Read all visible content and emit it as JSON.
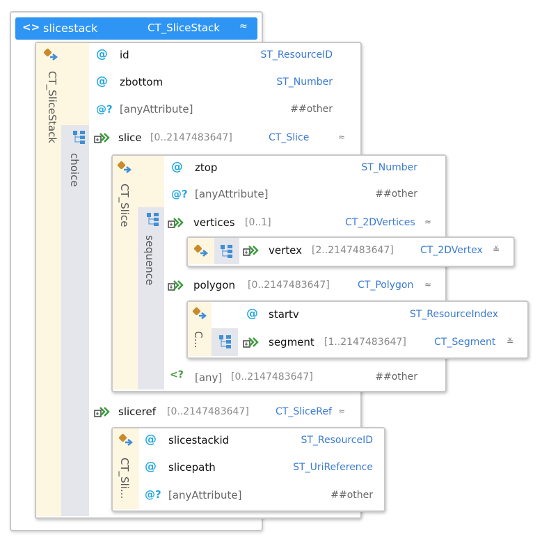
{
  "colors": {
    "header_blue": "#2f95f4",
    "beige": "#fdf6e1",
    "grey_bar": "#e4e6ec",
    "type_blue": "#3b7bd1",
    "icon_blue": "#26a9e0",
    "icon_green": "#3d9a3d"
  },
  "root": {
    "name": "slicestack",
    "type": "CT_SliceStack",
    "collapse": "≈"
  },
  "slicestack_box": {
    "label": "CT_SliceStack",
    "attributes": [
      {
        "icon": "@",
        "name": "id",
        "type": "ST_ResourceID"
      },
      {
        "icon": "@",
        "name": "zbottom",
        "type": "ST_Number"
      },
      {
        "icon": "@?",
        "name": "[anyAttribute]",
        "type": "##other"
      }
    ],
    "compositor": "choice"
  },
  "slice": {
    "name": "slice",
    "occurs": "[0..2147483647]",
    "type": "CT_Slice",
    "collapse": "≈",
    "label": "CT_Slice",
    "attributes": [
      {
        "icon": "@",
        "name": "ztop",
        "type": "ST_Number"
      },
      {
        "icon": "@?",
        "name": "[anyAttribute]",
        "type": "##other"
      }
    ],
    "compositor": "sequence",
    "vertices": {
      "name": "vertices",
      "occurs": "[0..1]",
      "type": "CT_2DVertices",
      "collapse": "≈"
    },
    "vertex": {
      "name": "vertex",
      "occurs": "[2..2147483647]",
      "type": "CT_2DVertex",
      "expand": "≚"
    },
    "polygon": {
      "name": "polygon",
      "occurs": "[0..2147483647]",
      "type": "CT_Polygon",
      "collapse": "≈",
      "label": "C...",
      "startv": {
        "name": "startv",
        "type": "ST_ResourceIndex"
      },
      "segment": {
        "name": "segment",
        "occurs": "[1..2147483647]",
        "type": "CT_Segment",
        "expand": "≚"
      }
    },
    "any": {
      "name": "[any]",
      "occurs": "[0..2147483647]",
      "type": "##other"
    }
  },
  "sliceref": {
    "name": "sliceref",
    "occurs": "[0..2147483647]",
    "type": "CT_SliceRef",
    "collapse": "≈",
    "label": "CT_Sli...",
    "attributes": [
      {
        "icon": "@",
        "name": "slicestackid",
        "type": "ST_ResourceID"
      },
      {
        "icon": "@",
        "name": "slicepath",
        "type": "ST_UriReference"
      },
      {
        "icon": "@?",
        "name": "[anyAttribute]",
        "type": "##other"
      }
    ]
  }
}
